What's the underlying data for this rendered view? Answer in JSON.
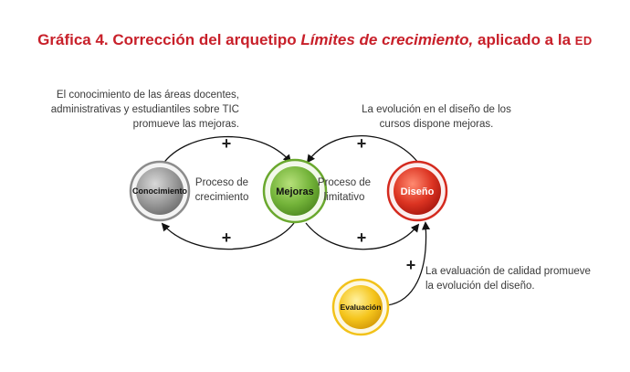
{
  "title": {
    "prefix": "Gráfica 4. Corrección del arquetipo ",
    "italic": "Límites de crecimiento,",
    "suffix": " aplicado a la ",
    "smallcaps": "ED"
  },
  "nodes": {
    "conocimiento": "Conocimiento",
    "mejoras": "Mejoras",
    "diseno": "Diseño",
    "evaluacion": "Evaluación"
  },
  "notes": {
    "conocimiento": [
      "El conocimiento de las áreas docentes,",
      "administrativas y estudiantiles sobre TIC",
      "promueve las mejoras."
    ],
    "diseno": [
      "La evolución en el diseño de los",
      "cursos dispone mejoras."
    ],
    "evaluacion": [
      "La evaluación de calidad promueve",
      "la evolución del diseño."
    ]
  },
  "loops": {
    "growth": [
      "Proceso de",
      "crecimiento"
    ],
    "limit": [
      "Proceso de",
      "limitativo"
    ]
  },
  "signs": {
    "growth_top": "+",
    "growth_bottom": "+",
    "limit_top": "+",
    "limit_bottom": "+",
    "evaluation": "+"
  },
  "colors": {
    "title": "#c8202a",
    "conocimiento": "#8c8c8c",
    "mejoras": "#6aa82e",
    "diseno": "#d42a1e",
    "evaluacion": "#f2c21a"
  }
}
